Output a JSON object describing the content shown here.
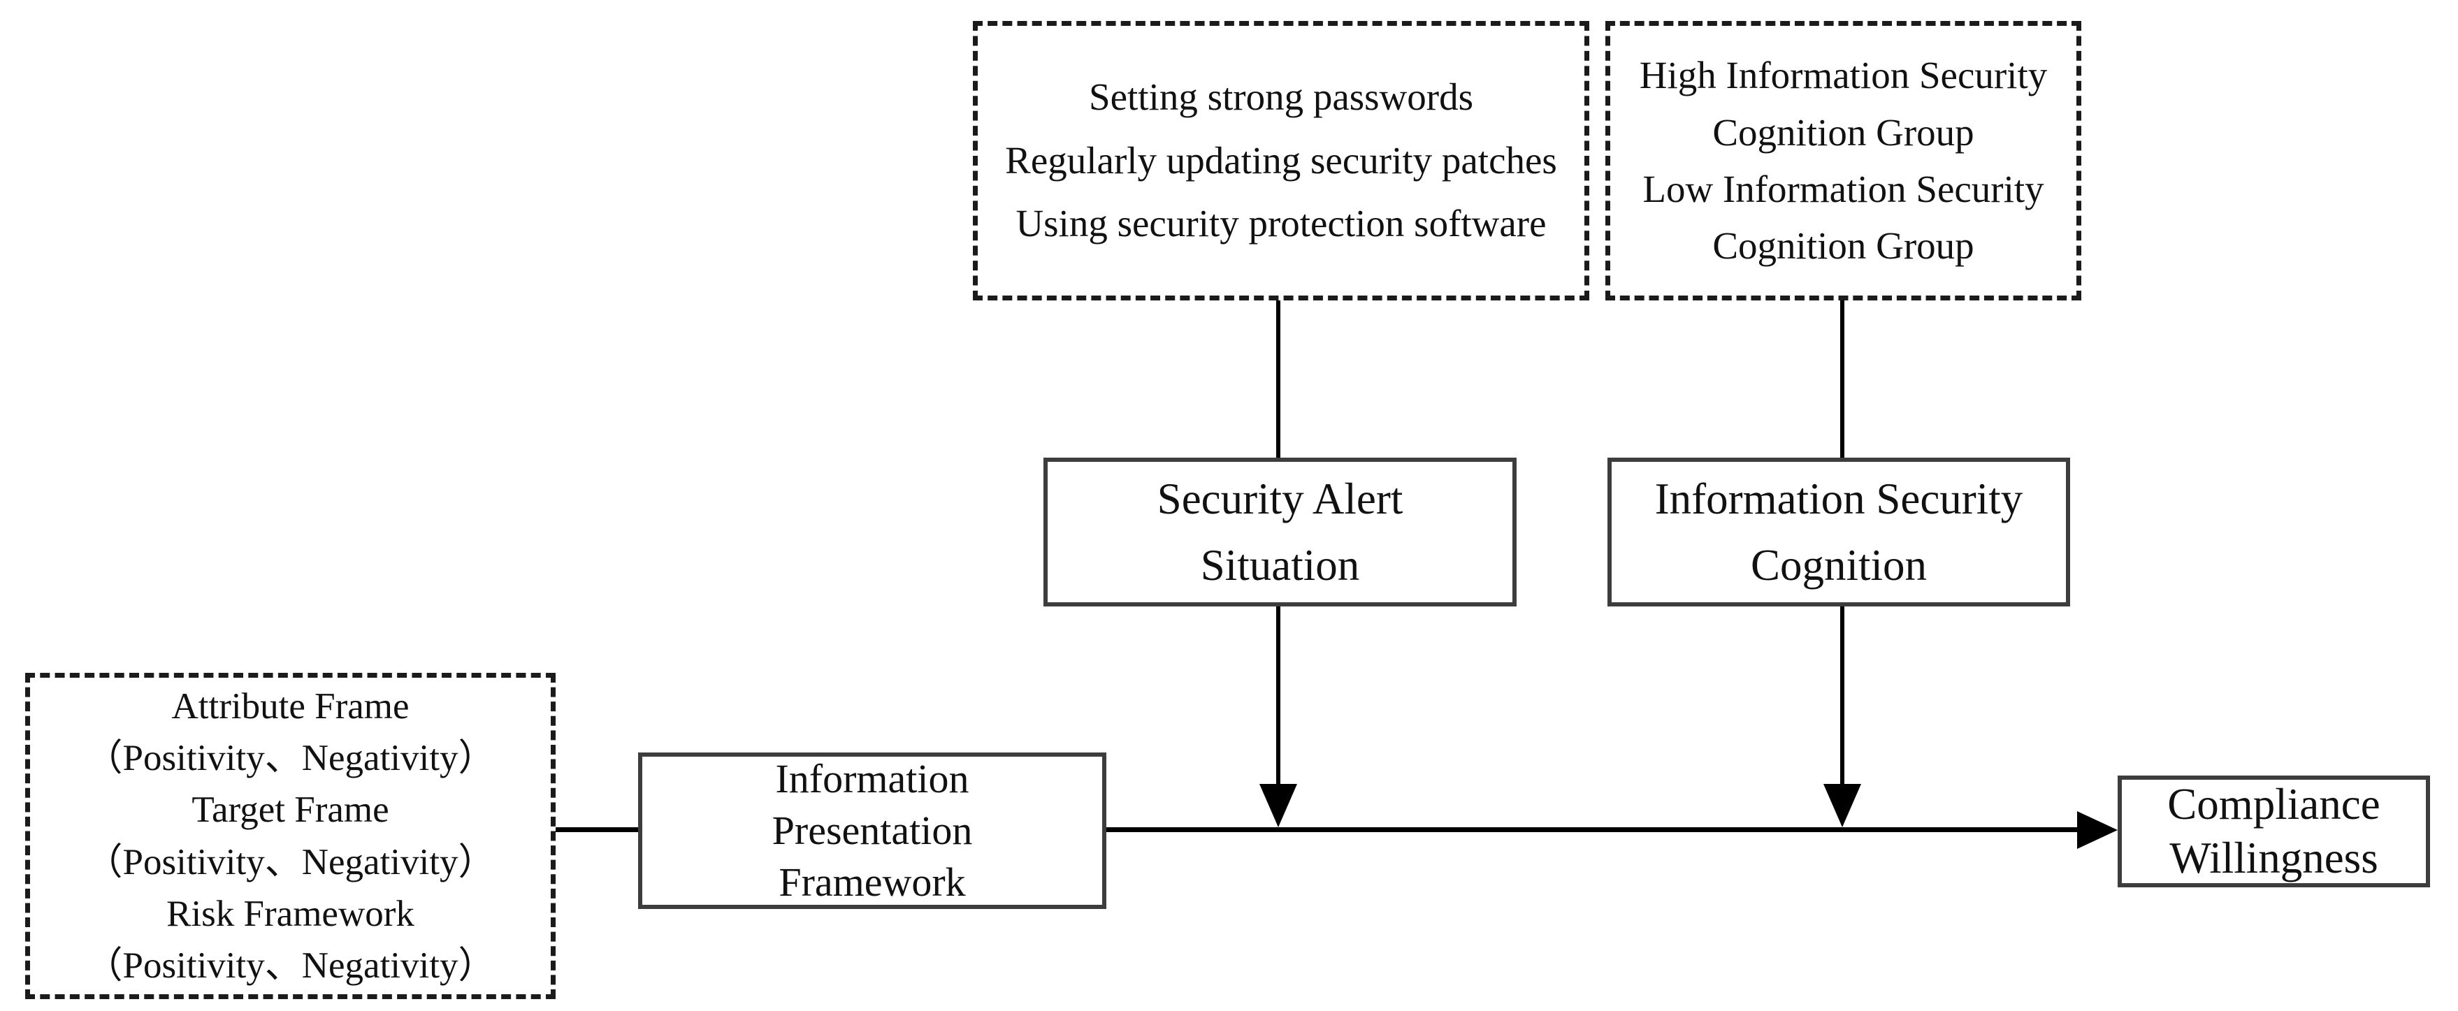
{
  "figure": {
    "background_color": "#ffffff",
    "line_color": "#000000",
    "dashed_border_color": "#1b1b1b",
    "solid_border_color": "#3d3d3d"
  },
  "boxes": {
    "alert_examples": {
      "style": "dashed",
      "lines": [
        "Setting strong passwords",
        "Regularly updating security patches",
        "Using security protection software"
      ]
    },
    "cognition_groups": {
      "style": "dashed",
      "lines": [
        "High Information Security",
        "Cognition Group",
        "Low Information Security",
        "Cognition Group"
      ]
    },
    "security_alert_situation": {
      "style": "solid",
      "lines": [
        "Security Alert",
        "Situation"
      ]
    },
    "information_security_cognition": {
      "style": "solid",
      "lines": [
        "Information Security",
        "Cognition"
      ]
    },
    "framing_conditions": {
      "style": "dashed",
      "lines": [
        "Attribute Frame",
        "（Positivity、Negativity）",
        "Target Frame",
        "（Positivity、Negativity）",
        "Risk Framework",
        "（Positivity、Negativity）"
      ]
    },
    "information_presentation_framework": {
      "style": "solid",
      "lines": [
        "Information",
        "Presentation",
        "Framework"
      ]
    },
    "compliance_willingness": {
      "style": "solid",
      "lines": [
        "Compliance",
        "Willingness"
      ]
    }
  }
}
